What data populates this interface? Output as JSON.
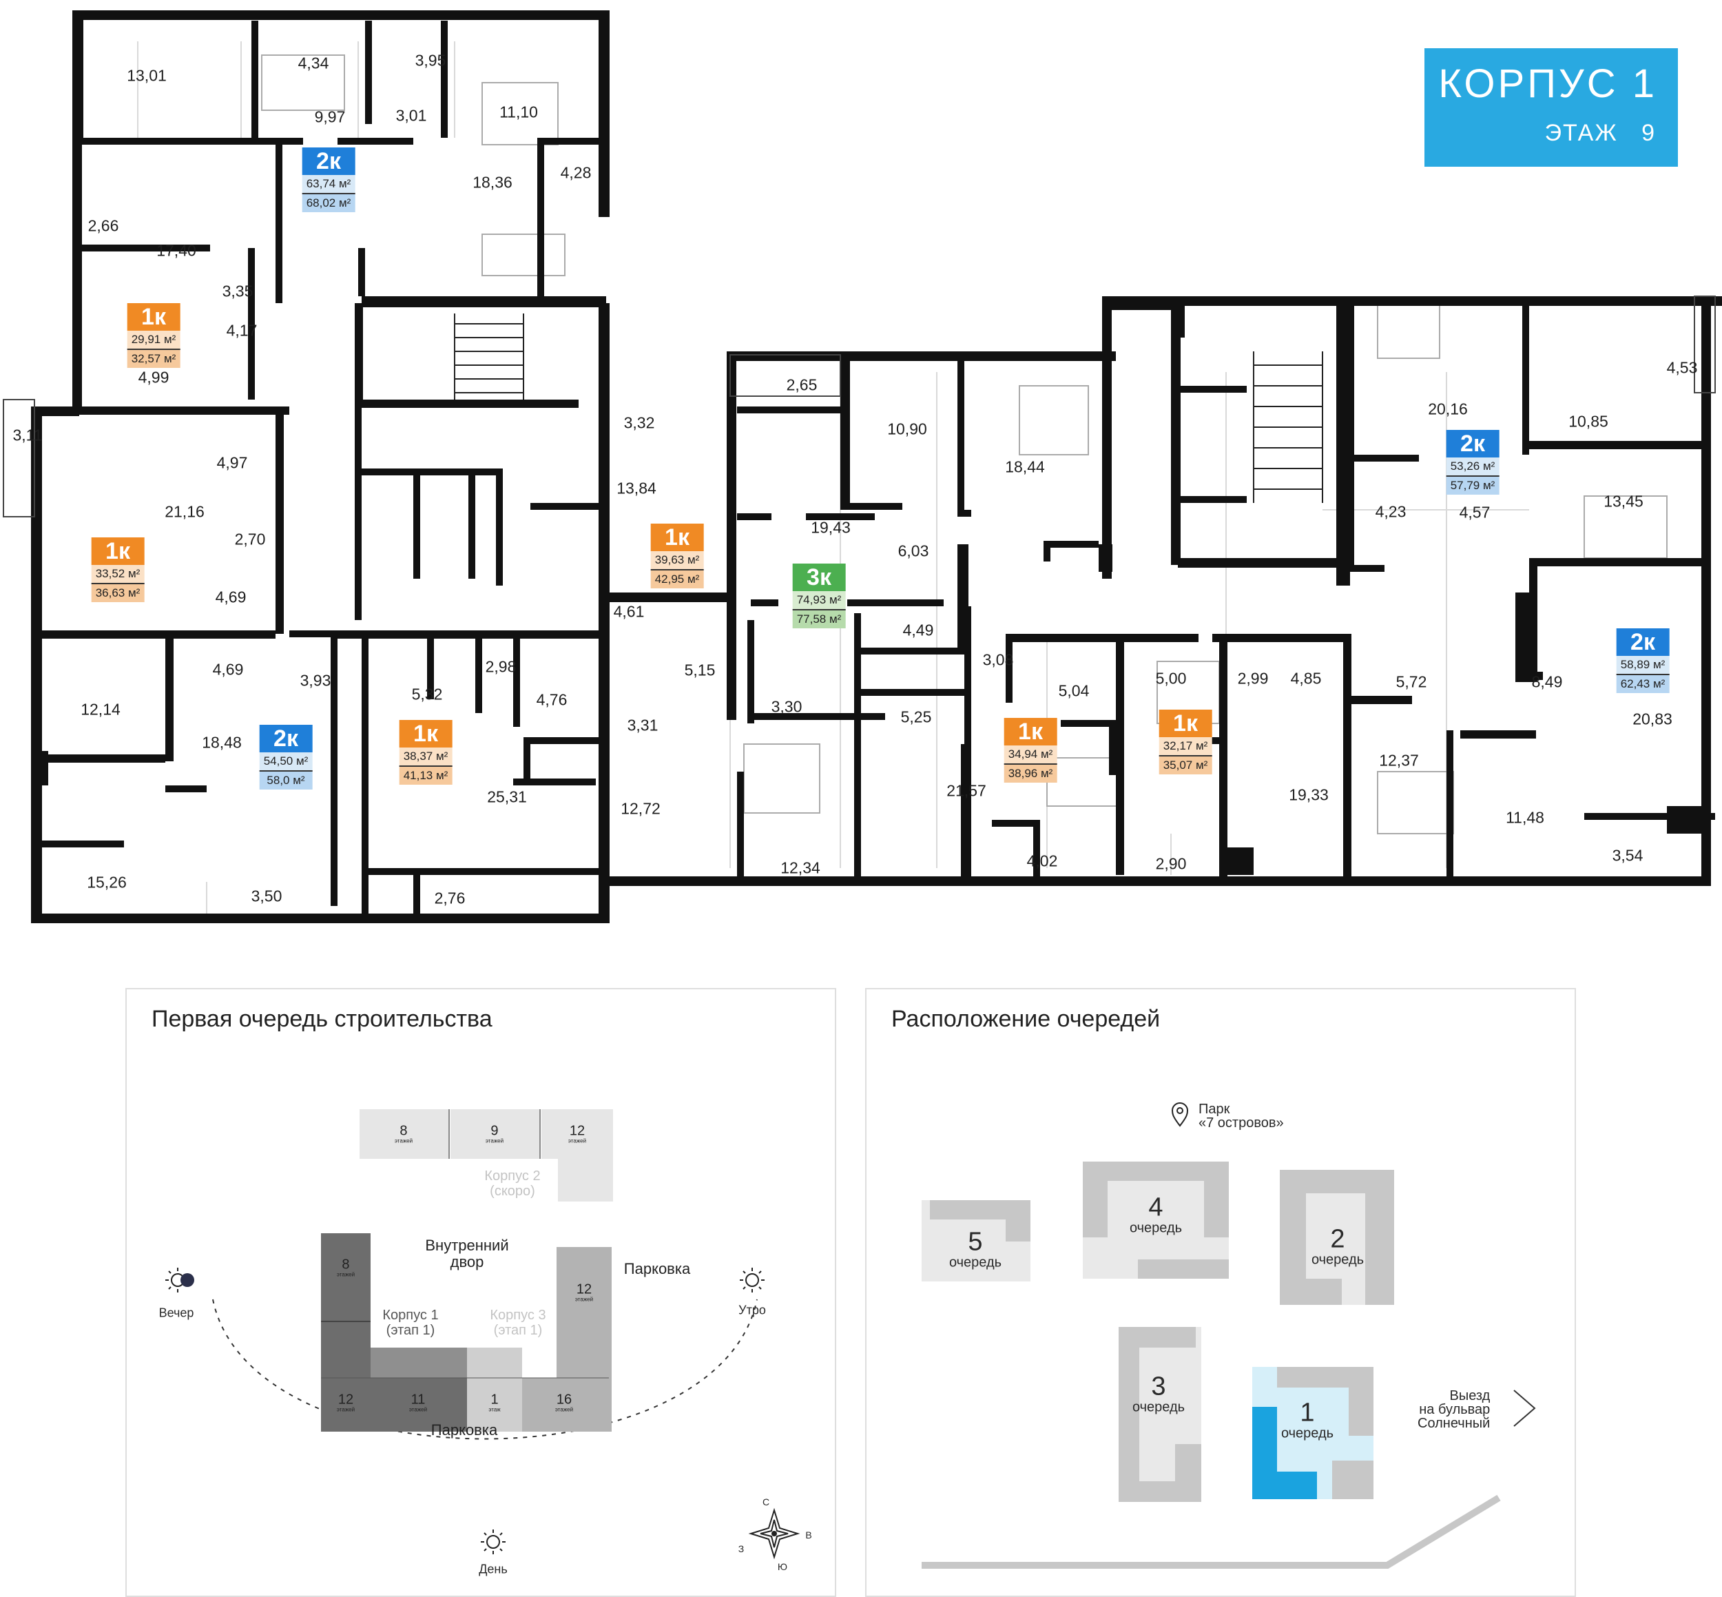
{
  "header": {
    "corpus_title": "КОРПУС 1",
    "floor_label": "ЭТАЖ",
    "floor_number": "9"
  },
  "rooms": [
    "13,01",
    "4,34",
    "3,95",
    "11,10",
    "9,97",
    "3,01",
    "18,36",
    "4,28",
    "2,66",
    "17,40",
    "3,35",
    "4,17",
    "4,99",
    "3,11",
    "4,97",
    "21,16",
    "2,70",
    "4,69",
    "12,14",
    "4,69",
    "3,93",
    "18,48",
    "15,26",
    "3,50",
    "5,32",
    "2,98",
    "4,76",
    "25,31",
    "2,76",
    "3,32",
    "13,84",
    "2,65",
    "10,90",
    "18,44",
    "19,43",
    "6,03",
    "4,61",
    "5,15",
    "3,31",
    "3,30",
    "12,72",
    "12,34",
    "4,49",
    "3,08",
    "5,25",
    "5,04",
    "21,57",
    "4,02",
    "5,00",
    "2,99",
    "4,85",
    "2,90",
    "19,33",
    "5,72",
    "12,37",
    "8,49",
    "20,83",
    "11,48",
    "3,54",
    "20,16",
    "10,85",
    "4,53",
    "4,23",
    "4,57",
    "13,45"
  ],
  "apartments": [
    {
      "type": "2к",
      "area_living": "63,74 м²",
      "area_total": "68,02 м²",
      "color": "#1f7fd9"
    },
    {
      "type": "1к",
      "area_living": "29,91 м²",
      "area_total": "32,57 м²",
      "color": "#f08a24"
    },
    {
      "type": "1к",
      "area_living": "33,52 м²",
      "area_total": "36,63 м²",
      "color": "#f08a24"
    },
    {
      "type": "2к",
      "area_living": "54,50 м²",
      "area_total": "58,0 м²",
      "color": "#1f7fd9"
    },
    {
      "type": "1к",
      "area_living": "38,37 м²",
      "area_total": "41,13 м²",
      "color": "#f08a24"
    },
    {
      "type": "1к",
      "area_living": "39,63 м²",
      "area_total": "42,95 м²",
      "color": "#f08a24"
    },
    {
      "type": "3к",
      "area_living": "74,93 м²",
      "area_total": "77,58 м²",
      "color": "#4caf50"
    },
    {
      "type": "1к",
      "area_living": "34,94 м²",
      "area_total": "38,96 м²",
      "color": "#f08a24"
    },
    {
      "type": "1к",
      "area_living": "32,17 м²",
      "area_total": "35,07 м²",
      "color": "#f08a24"
    },
    {
      "type": "2к",
      "area_living": "53,26 м²",
      "area_total": "57,79 м²",
      "color": "#1f7fd9"
    },
    {
      "type": "2к",
      "area_living": "58,89 м²",
      "area_total": "62,43 м²",
      "color": "#1f7fd9"
    }
  ],
  "panel_left": {
    "title": "Первая очередь строительства",
    "floors_label": "этажей",
    "floor_label": "этаж",
    "top_blocks": [
      "8",
      "9",
      "12"
    ],
    "corpus2": "Корпус 2\n(скоро)",
    "courtyard": "Внутренний\nдвор",
    "parking_top": "Парковка",
    "parking_bottom": "Парковка",
    "corpus1": "Корпус 1\n(этап 1)",
    "corpus3": "Корпус 3\n(этап 1)",
    "blocks": [
      "8",
      "12",
      "11",
      "1",
      "16",
      "12"
    ],
    "evening": "Вечер",
    "morning": "Утро",
    "day": "День",
    "compass": {
      "n": "С",
      "s": "Ю",
      "e": "В",
      "w": "З"
    }
  },
  "panel_right": {
    "title": "Расположение очередей",
    "park": "Парк\n«7 островов»",
    "queue_word": "очередь",
    "queues": [
      "5",
      "4",
      "2",
      "3",
      "1"
    ],
    "exit": "Выезд\nна бульвар\nСолнечный"
  }
}
